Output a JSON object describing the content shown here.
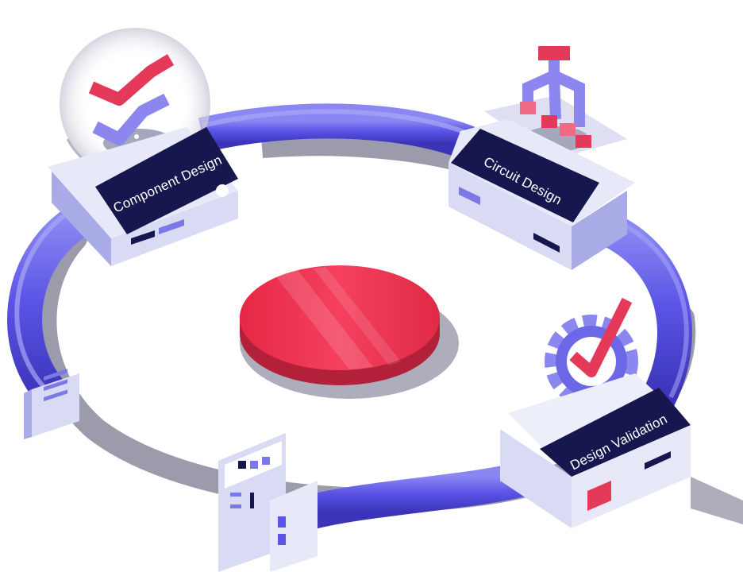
{
  "stations": {
    "component_design": {
      "label": "Component Design"
    },
    "circuit_design": {
      "label": "Circuit Design"
    },
    "design_validation": {
      "label": "Design Validation"
    }
  },
  "colors": {
    "pipe": "#5b54e6",
    "pipe_light": "#8a86f2",
    "pipe_dark": "#3b34b8",
    "panel_top": "#17174f",
    "box_face": "#d9daf4",
    "box_side": "#a9abe6",
    "accent_red": "#ee3b5a",
    "disc_red": "#f03250",
    "disc_side": "#b3203a",
    "shadow": "#85859a"
  }
}
